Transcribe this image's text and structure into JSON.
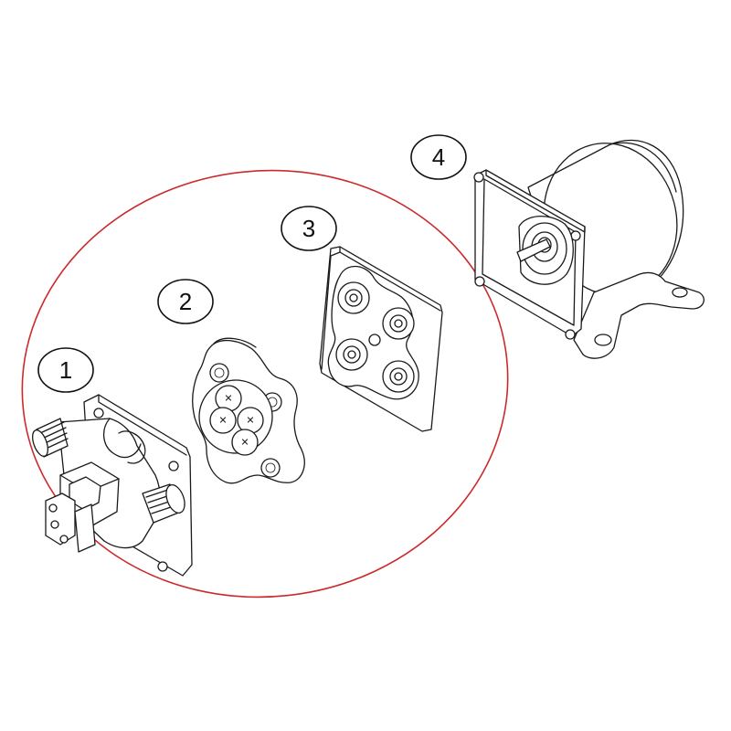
{
  "diagram": {
    "highlight_color": "#cc2a2a",
    "line_color": "#1a1a1a",
    "background": "#ffffff",
    "callouts": [
      {
        "id": "1",
        "label": "1"
      },
      {
        "id": "2",
        "label": "2"
      },
      {
        "id": "3",
        "label": "3"
      },
      {
        "id": "4",
        "label": "4"
      }
    ]
  }
}
